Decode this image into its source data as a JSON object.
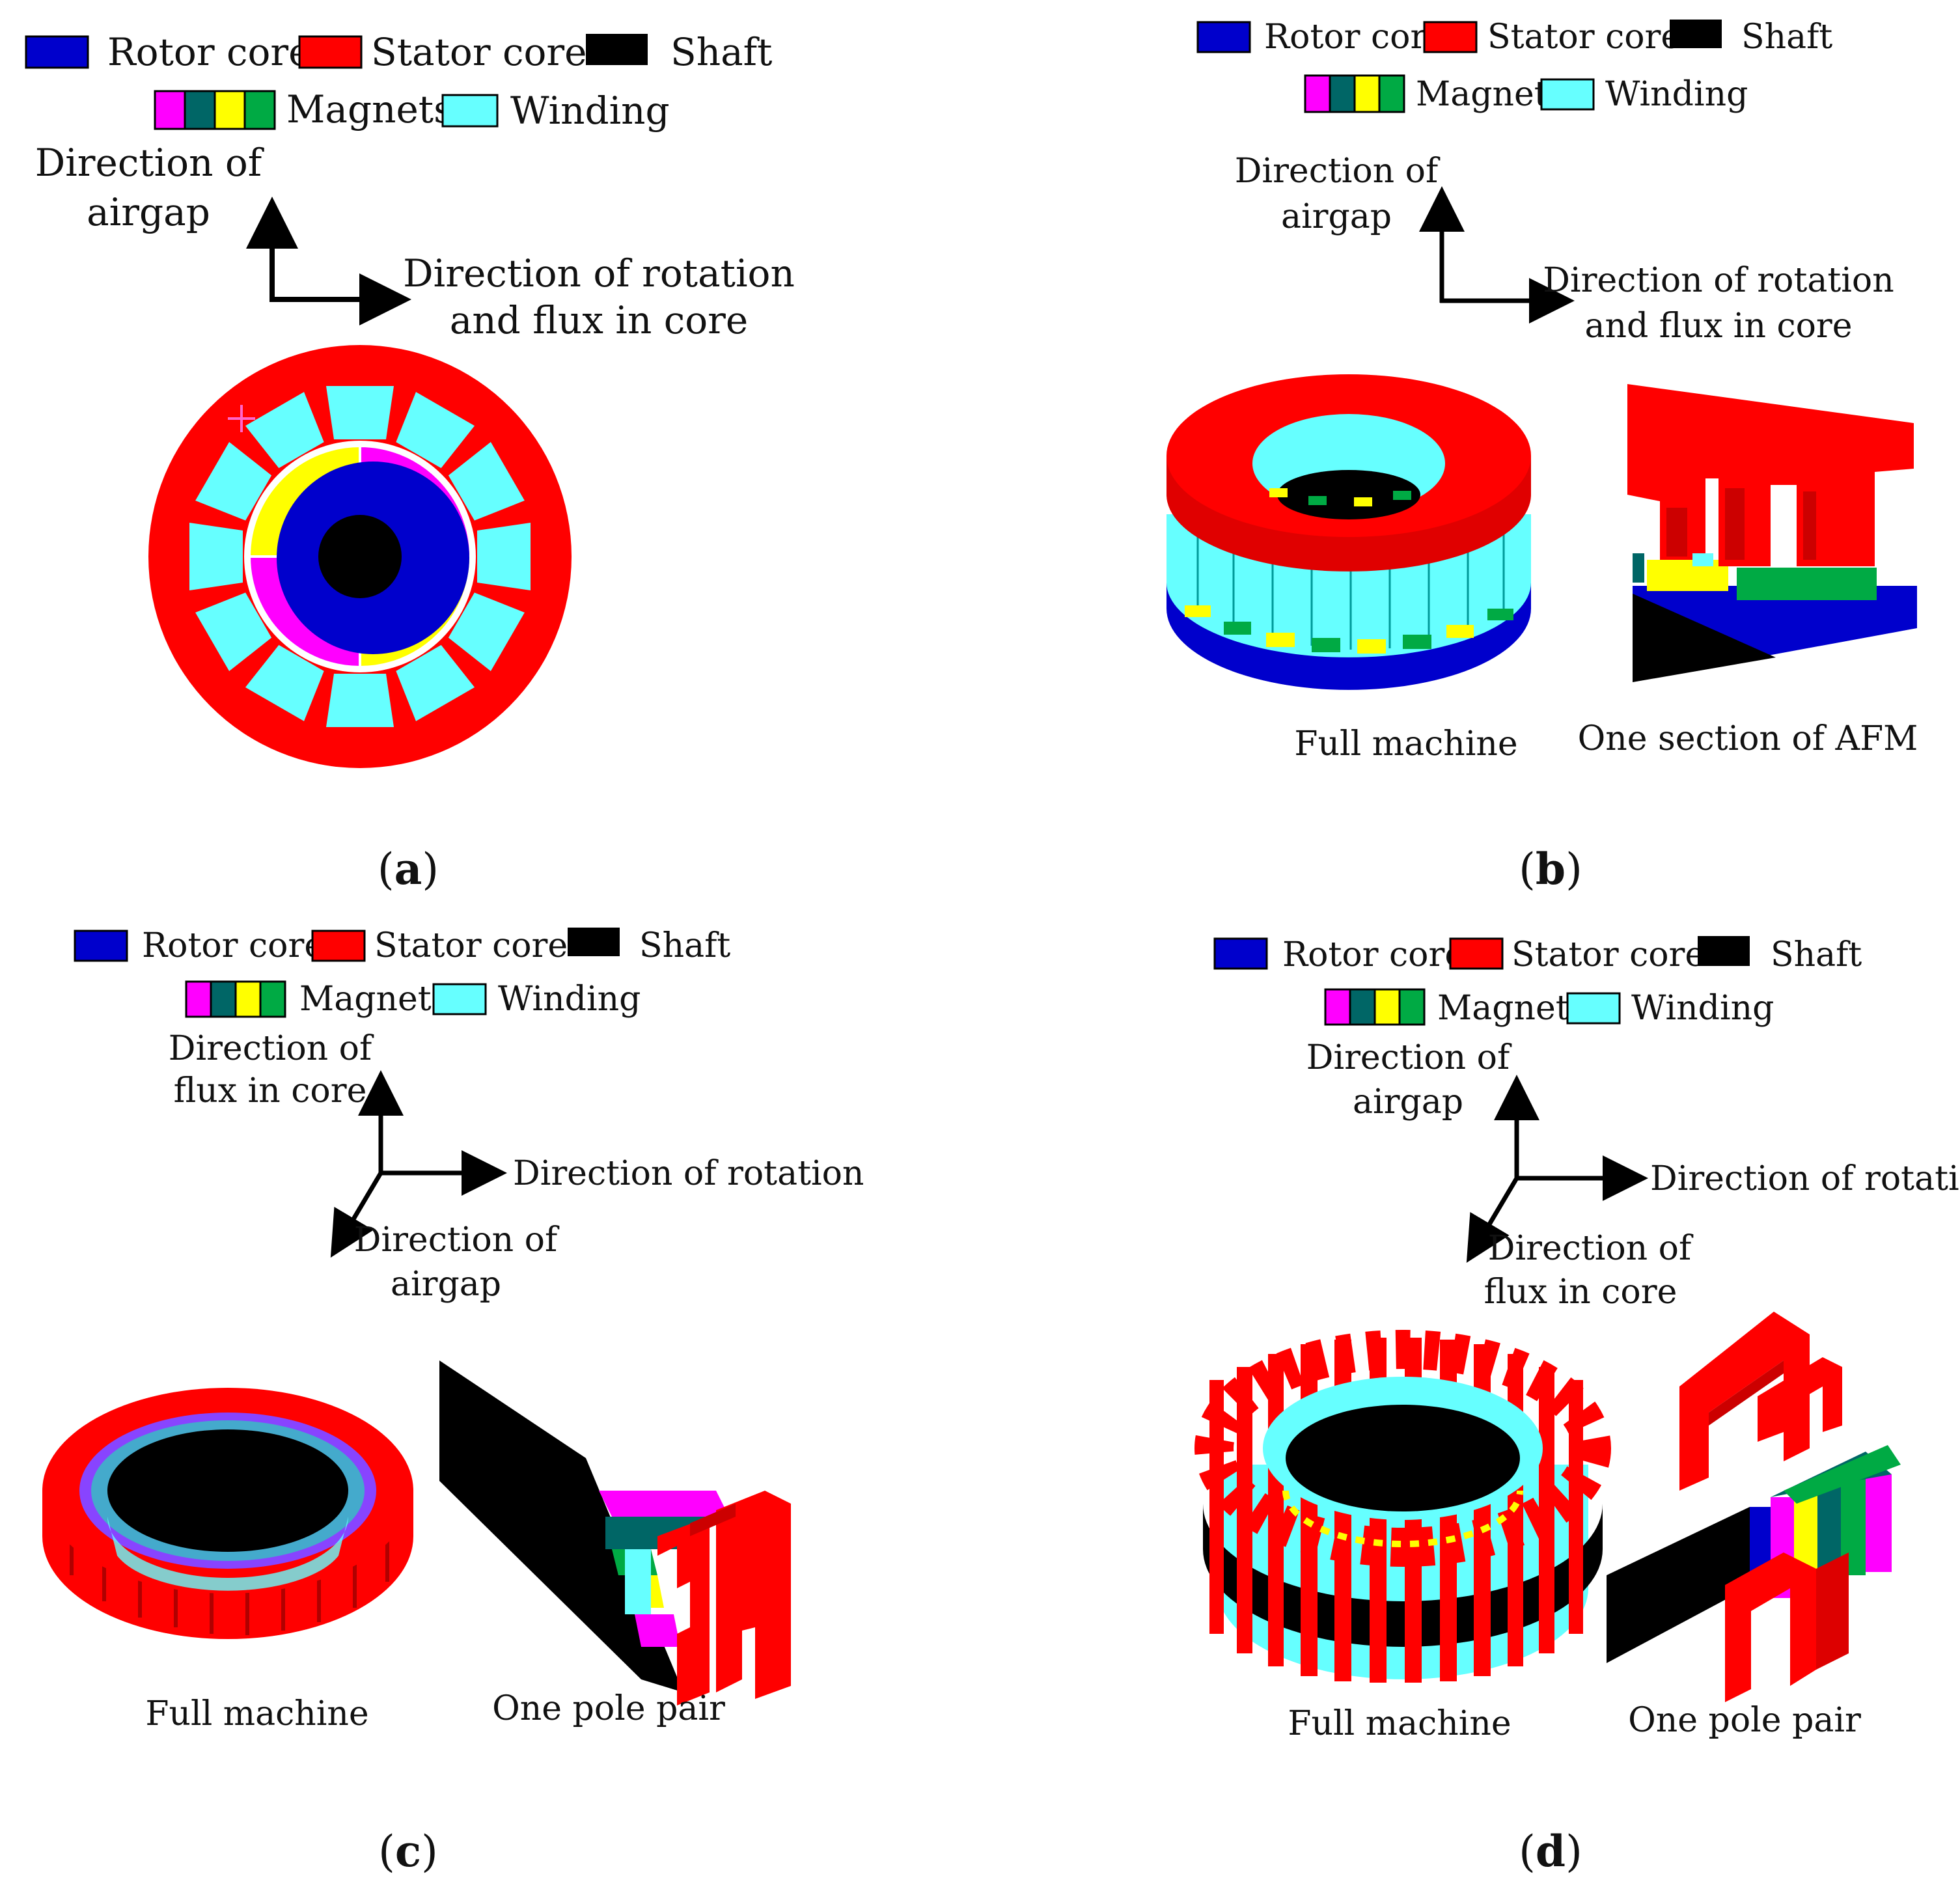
{
  "colors": {
    "rotor": "#0000cc",
    "stator": "#ff0000",
    "shaft": "#000000",
    "winding": "#66ffff",
    "magnet_magenta": "#ff00ff",
    "magnet_teal": "#006666",
    "magnet_yellow": "#ffff00",
    "magnet_green": "#00aa44",
    "arrow": "#000000"
  },
  "legend": {
    "rotor": "Rotor core",
    "stator": "Stator core",
    "shaft": "Shaft",
    "magnets": "Magnets",
    "winding": "Winding"
  },
  "panels": {
    "a": {
      "caption": "a",
      "axis_up": [
        "Direction of",
        "airgap"
      ],
      "axis_right": [
        "Direction of rotation",
        "and flux in core"
      ]
    },
    "b": {
      "caption": "b",
      "axis_up": [
        "Direction of",
        "airgap"
      ],
      "axis_right": [
        "Direction of rotation",
        "and flux in core"
      ],
      "label_left": "Full machine",
      "label_right": "One section of AFM"
    },
    "c": {
      "caption": "c",
      "axis_up": [
        "Direction of",
        "flux in core"
      ],
      "axis_right": "Direction of rotation",
      "axis_diag": [
        "Direction of",
        "airgap"
      ],
      "label_left": "Full machine",
      "label_right": "One pole pair"
    },
    "d": {
      "caption": "d",
      "axis_up": [
        "Direction of",
        "airgap"
      ],
      "axis_right": "Direction of rotation",
      "axis_diag": [
        "Direction of",
        "flux in core"
      ],
      "label_left": "Full machine",
      "label_right": "One pole pair"
    }
  }
}
